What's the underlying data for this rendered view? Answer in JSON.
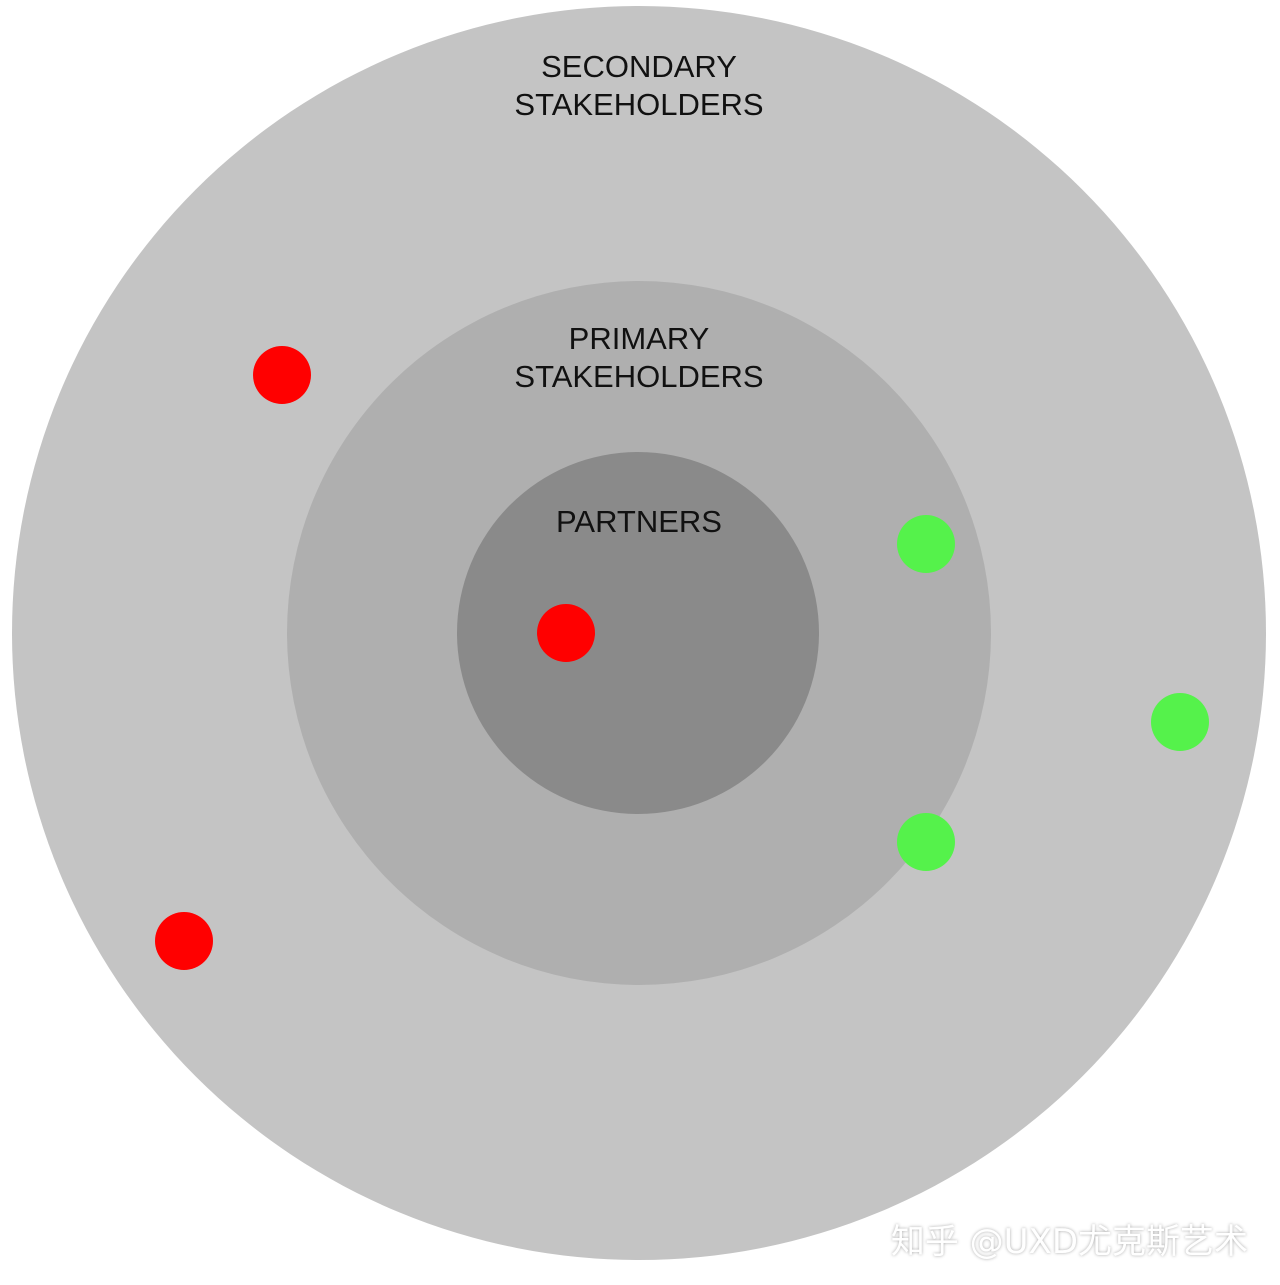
{
  "diagram": {
    "rings": {
      "secondary": {
        "line1": "SECONDARY",
        "line2": "STAKEHOLDERS",
        "color": "#c4c4c4"
      },
      "primary": {
        "line1": "PRIMARY",
        "line2": "STAKEHOLDERS",
        "color": "#afafaf"
      },
      "partners": {
        "label": "PARTNERS",
        "color": "#8a8a8a"
      }
    },
    "markers": [
      {
        "color": "#ff0000"
      },
      {
        "color": "#ff0000"
      },
      {
        "color": "#ff0000"
      },
      {
        "color": "#55f24b"
      },
      {
        "color": "#55f24b"
      },
      {
        "color": "#55f24b"
      }
    ]
  },
  "watermark": "知乎 @UXD尤克斯艺术"
}
